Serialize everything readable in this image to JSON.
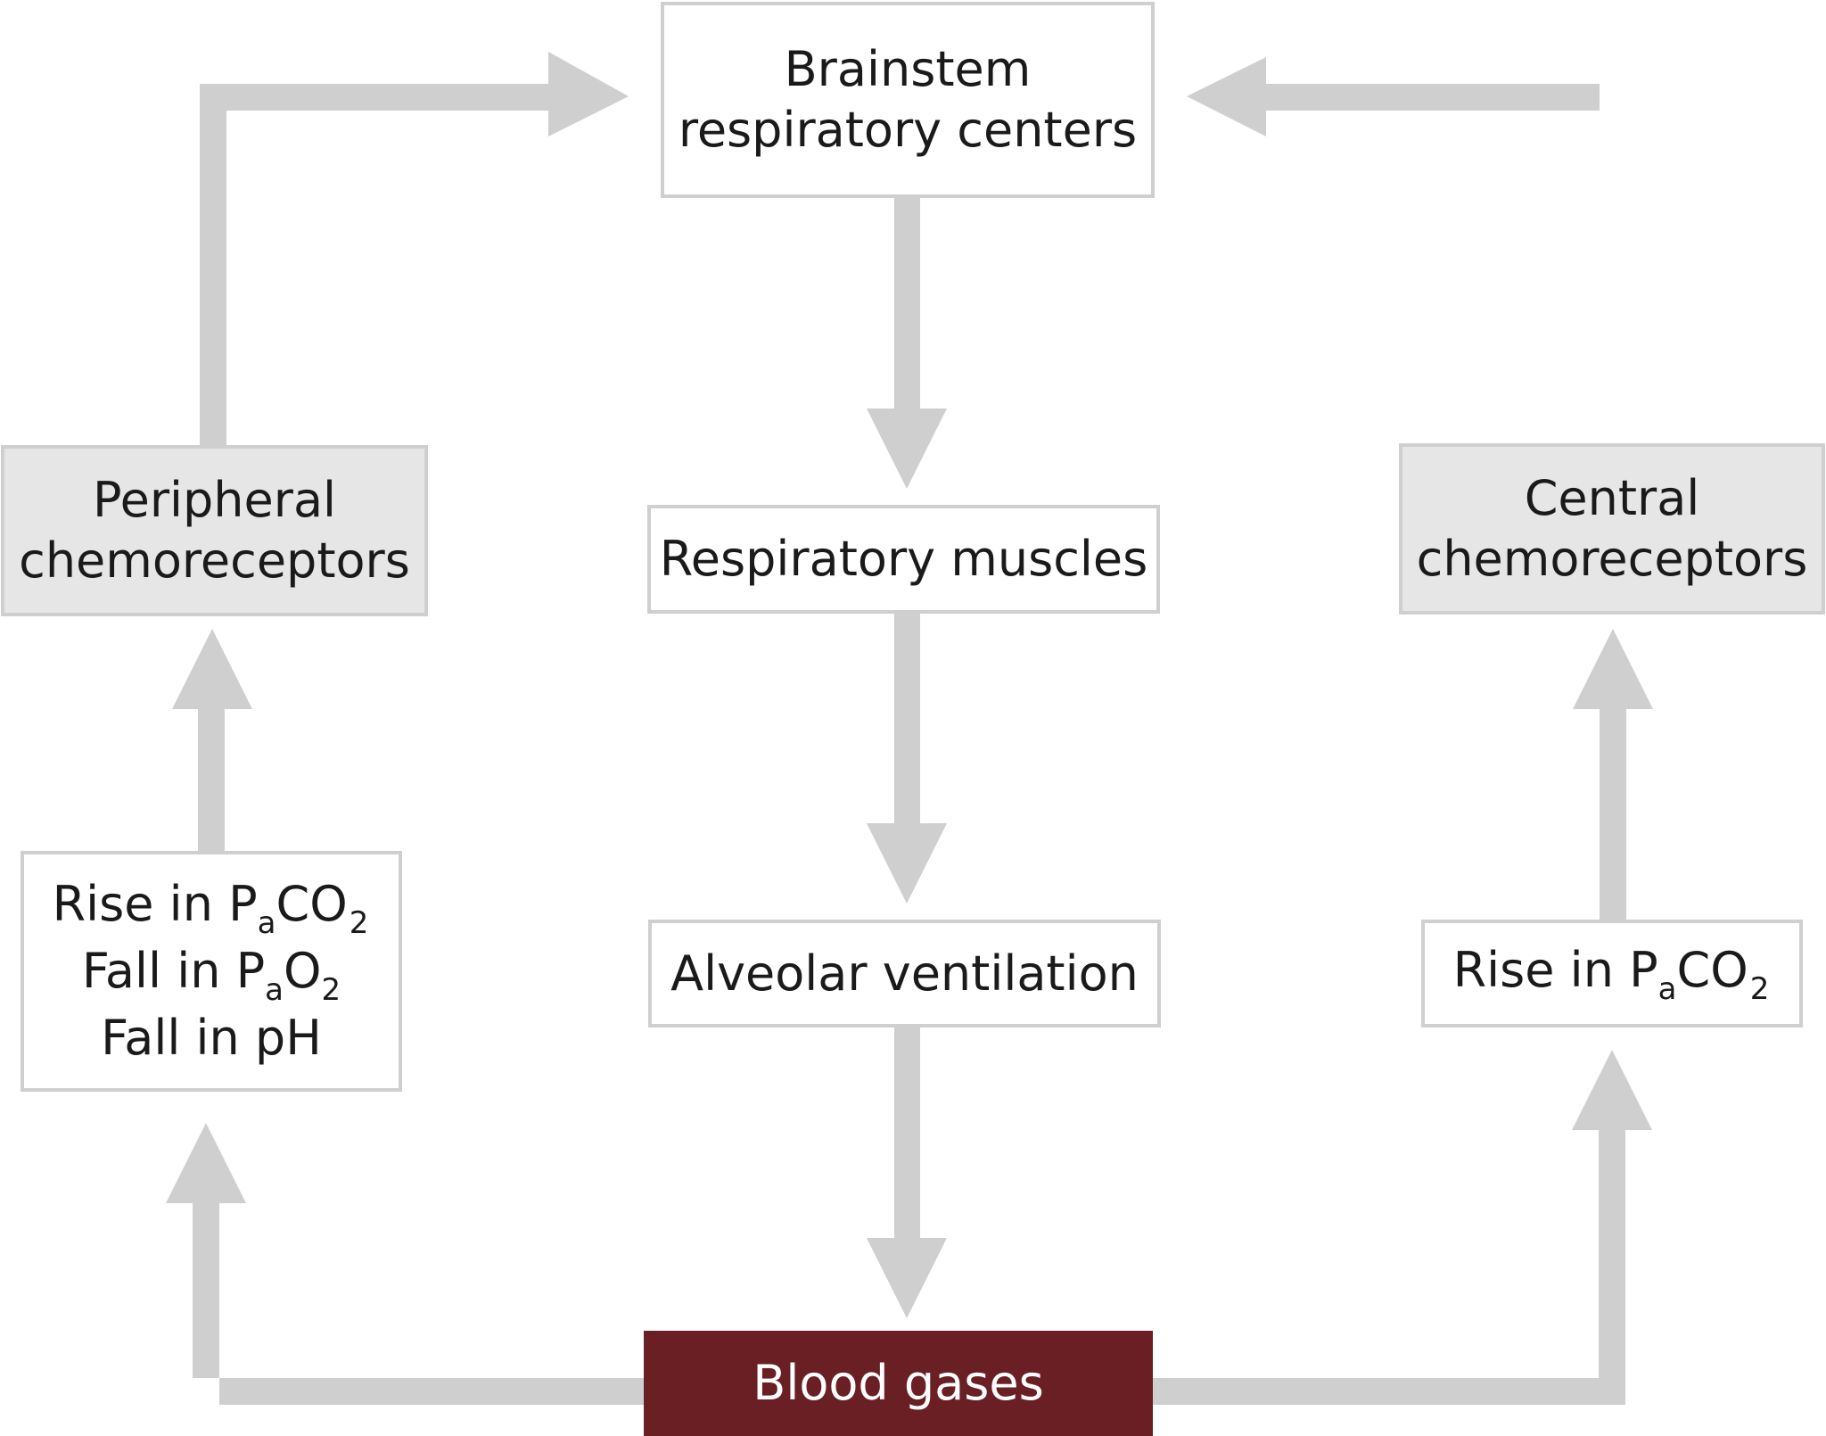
{
  "colors": {
    "arrow": "#d0cfd0",
    "box_border": "#cfcfcf",
    "shaded_fill": "#e6e6e6",
    "blood_gases_fill": "#6a1f24"
  },
  "nodes": {
    "brainstem": {
      "line1": "Brainstem",
      "line2": "respiratory centers"
    },
    "muscles": {
      "label": "Respiratory muscles"
    },
    "ventilation": {
      "label": "Alveolar ventilation"
    },
    "blood_gases": {
      "label": "Blood gases"
    },
    "peripheral": {
      "line1": "Peripheral",
      "line2": "chemoreceptors"
    },
    "central": {
      "line1": "Central",
      "line2": "chemoreceptors"
    },
    "peripheral_stimuli": {
      "line1": {
        "prefix": "Rise in P",
        "sub1": "a",
        "mid": "CO",
        "sub2": "2"
      },
      "line2": {
        "prefix": "Fall in P",
        "sub1": "a",
        "mid": "O",
        "sub2": "2"
      },
      "line3": {
        "text": "Fall in pH"
      }
    },
    "central_stimulus": {
      "prefix": "Rise in P",
      "sub1": "a",
      "mid": "CO",
      "sub2": "2"
    }
  }
}
